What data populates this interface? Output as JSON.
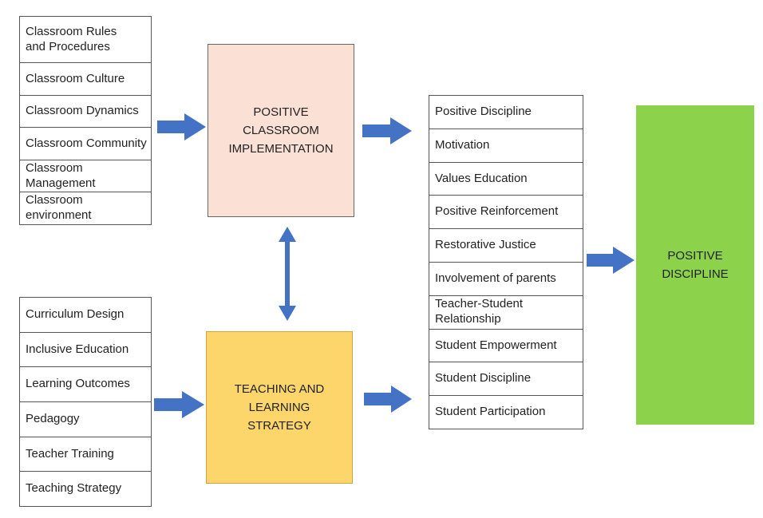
{
  "classroom_factors": [
    "Classroom Rules\nand Procedures",
    "Classroom Culture",
    "Classroom Dynamics",
    "Classroom Community",
    "Classroom Management",
    "Classroom environment"
  ],
  "teaching_factors": [
    "Curriculum Design",
    "Inclusive Education",
    "Learning Outcomes",
    "Pedagogy",
    "Teacher Training",
    "Teaching Strategy"
  ],
  "positive_classroom_box": "POSITIVE CLASSROOM IMPLEMENTATION",
  "teaching_box": "TEACHING AND LEARNING STRATEGY",
  "outcome_items": [
    "Positive Discipline",
    "Motivation",
    "Values Education",
    "Positive Reinforcement",
    "Restorative Justice",
    "Involvement of parents",
    "Teacher-Student Relationship",
    "Student Empowerment",
    "Student Discipline",
    "Student Participation"
  ],
  "positive_discipline_box": "POSITIVE DISCIPLINE",
  "colors": {
    "arrow": "#4472c4",
    "positive_classroom_fill": "#fbe0d6",
    "teaching_fill": "#fcd66b",
    "positive_discipline_fill": "#8cd24a"
  }
}
